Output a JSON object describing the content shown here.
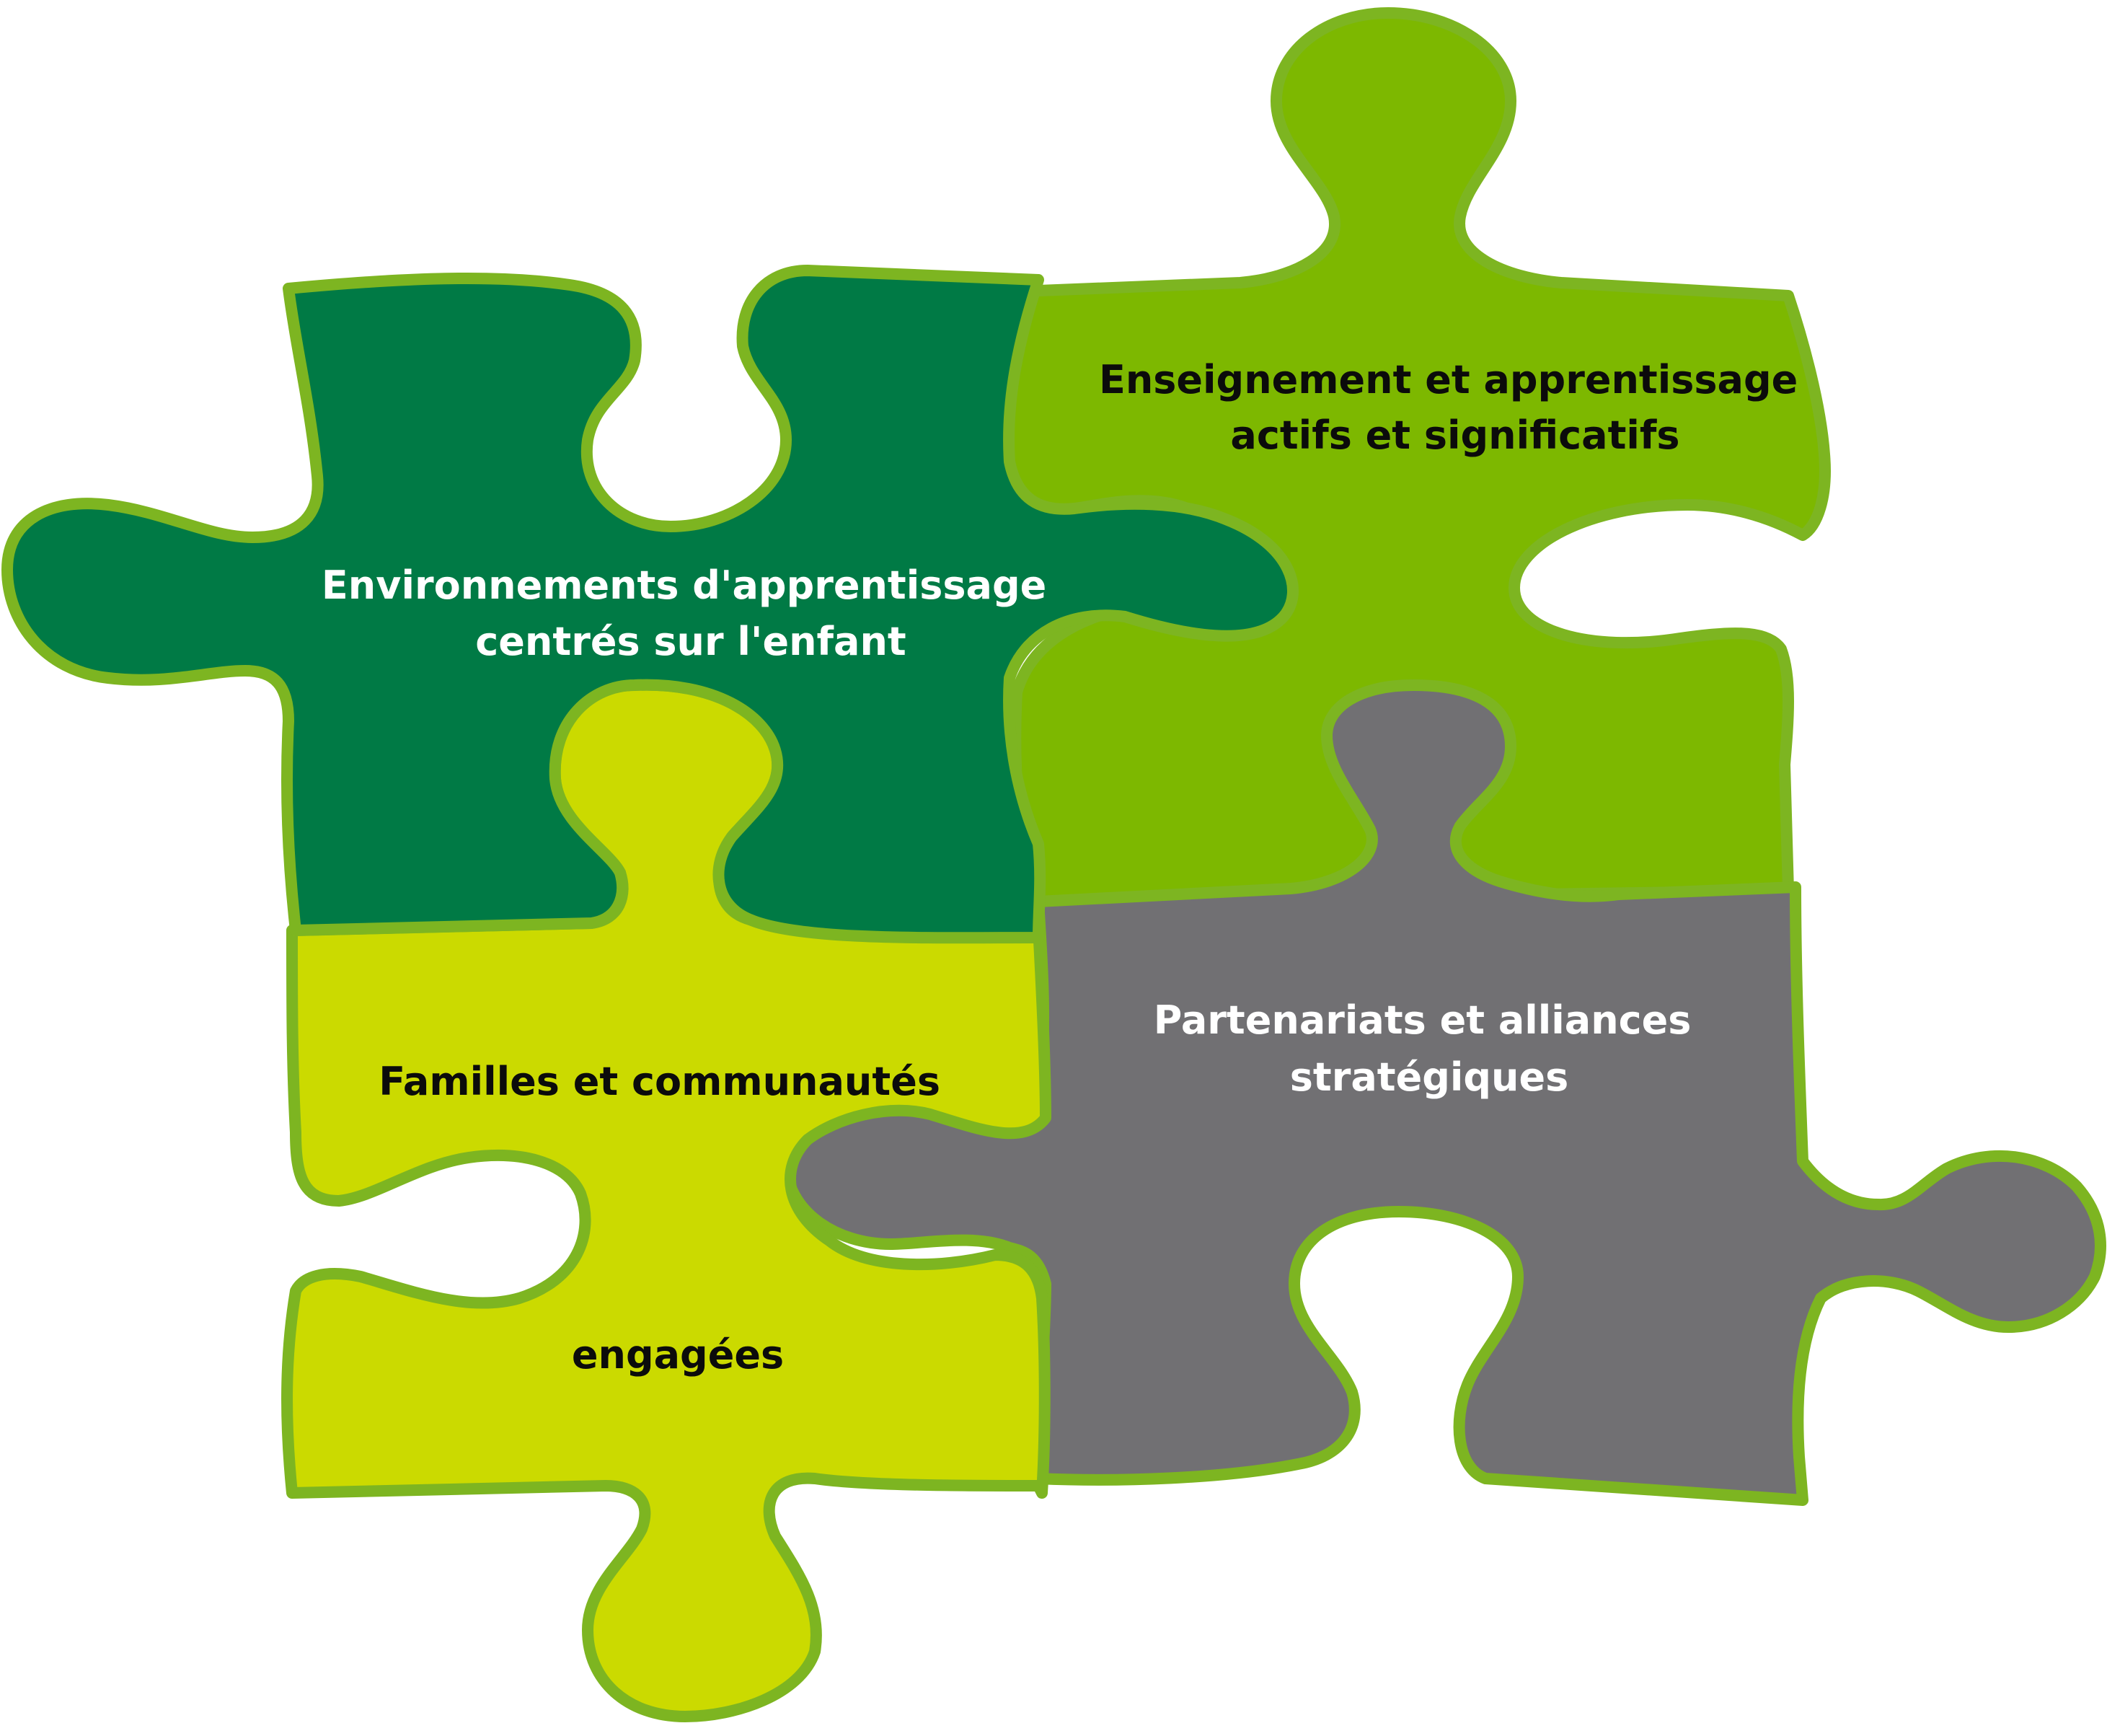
{
  "colors": {
    "outline": "#7db521",
    "dark_green": "#007a45",
    "bright_green": "#7db800",
    "lime": "#cbda00",
    "grey": "#717073",
    "text_dark": "#0b0b0b",
    "text_light": "#ffffff",
    "background": "#ffffff"
  },
  "pieces": [
    {
      "id": "environnements",
      "fill": "#007a45",
      "text_color": "#ffffff",
      "label_lines": [
        "Environnements d'apprentissage",
        "centrés sur l'enfant"
      ]
    },
    {
      "id": "enseignement",
      "fill": "#7db800",
      "text_color": "#0b0b0b",
      "label_lines": [
        "Enseignement et apprentissage",
        "actifs et significatifs"
      ]
    },
    {
      "id": "familles",
      "fill": "#cbda00",
      "text_color": "#0b0b0b",
      "label_lines": [
        "Familles et communautés",
        "engagées"
      ]
    },
    {
      "id": "partenariats",
      "fill": "#717073",
      "text_color": "#ffffff",
      "label_lines": [
        "Partenariats et alliances",
        "stratégiques"
      ]
    }
  ]
}
